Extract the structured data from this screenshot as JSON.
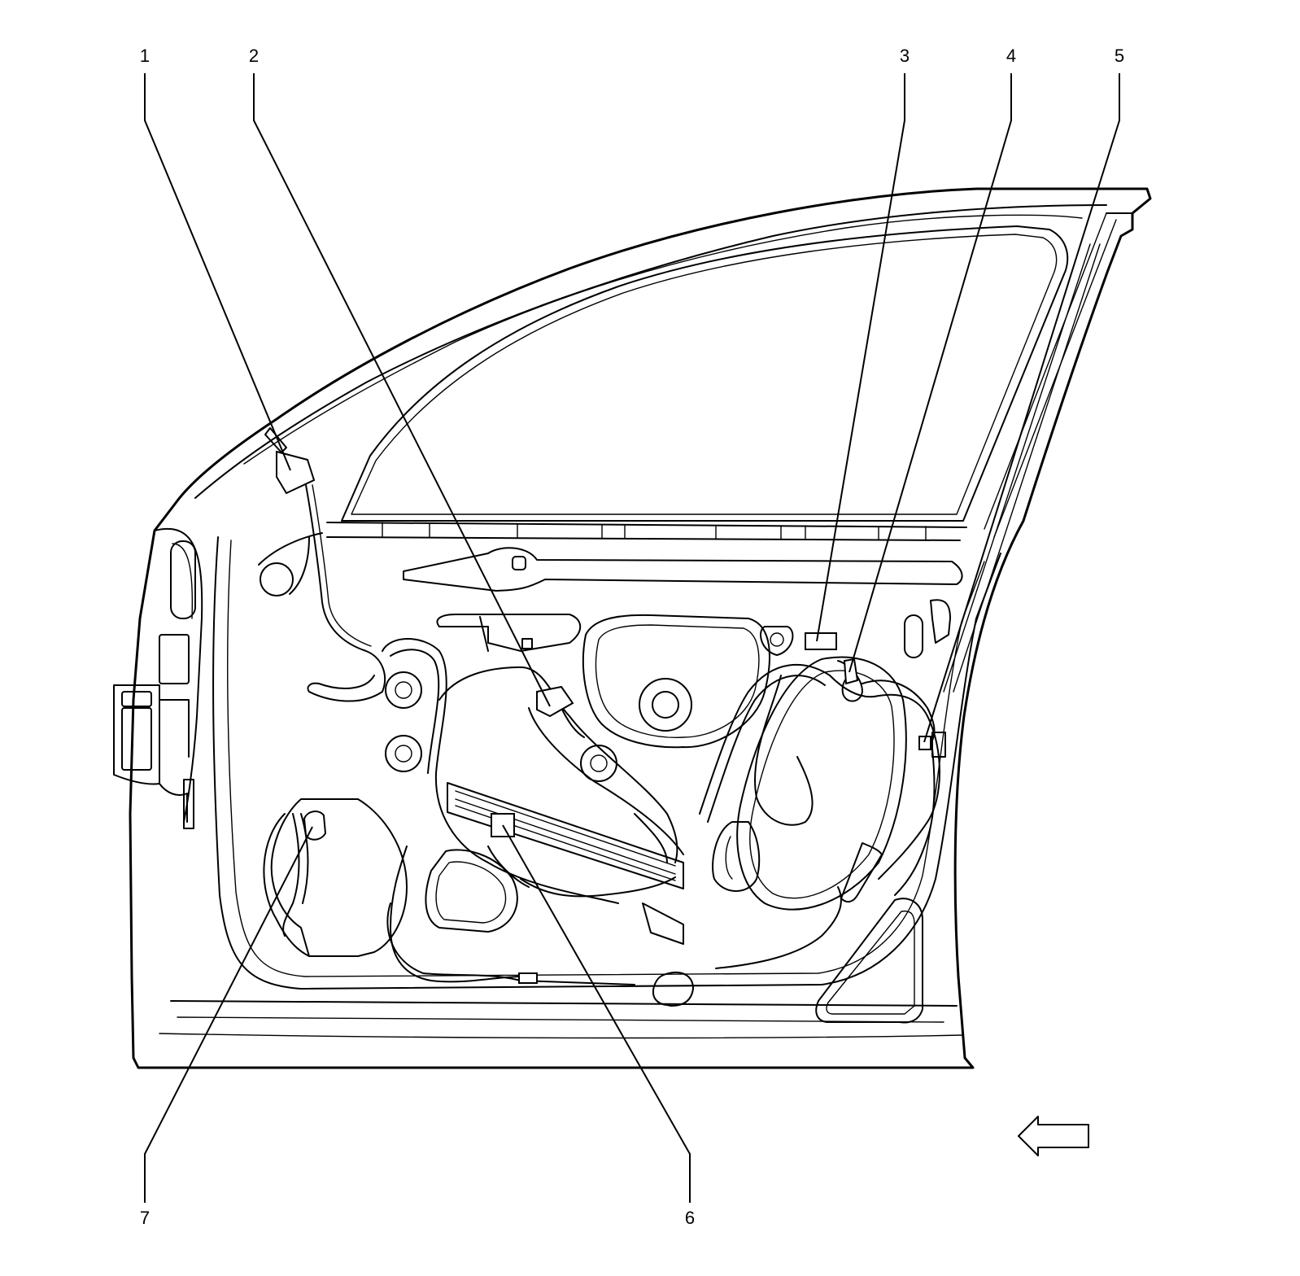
{
  "callouts": [
    {
      "label": "1"
    },
    {
      "label": "2"
    },
    {
      "label": "3"
    },
    {
      "label": "4"
    },
    {
      "label": "5"
    },
    {
      "label": "6"
    },
    {
      "label": "7"
    }
  ],
  "icons": {
    "direction_arrow": "left-arrow-icon"
  }
}
